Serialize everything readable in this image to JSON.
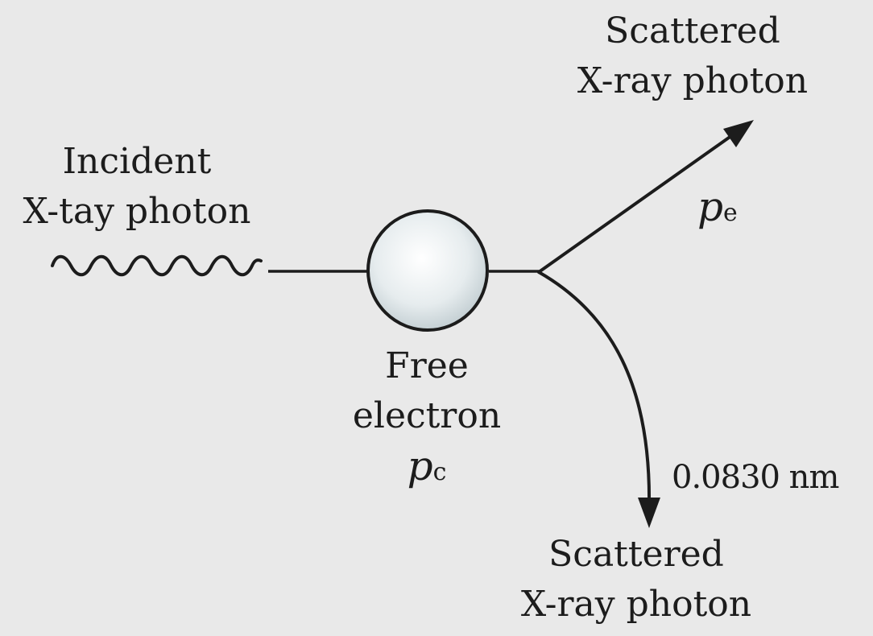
{
  "incident": {
    "line1": "Incident",
    "line2": "X-tay photon"
  },
  "scattered_top": {
    "line1": "Scattered",
    "line2": "X-ray photon",
    "symbol": "p",
    "subscript": "e"
  },
  "electron": {
    "line1": "Free",
    "line2": "electron",
    "symbol": "p",
    "subscript": "c"
  },
  "scattered_bottom": {
    "wavelength": "0.0830 nm",
    "line1": "Scattered",
    "line2": "X-ray photon"
  },
  "colors": {
    "background": "#e9e9e9",
    "ink": "#1c1c1c",
    "electron_fill": "#e4eaec"
  }
}
